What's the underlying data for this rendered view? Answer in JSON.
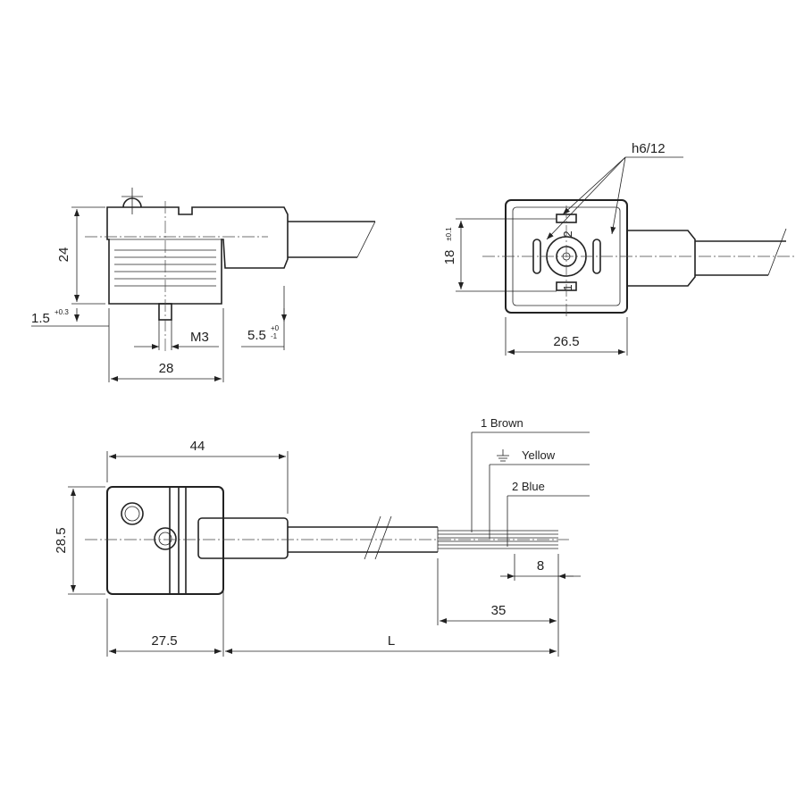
{
  "side_view": {
    "height_24": "24",
    "offset_1_5": "1.5",
    "offset_1_5_tol": "+0.3",
    "thread_m3": "M3",
    "depth_5_5": "5.5",
    "depth_5_5_tol_upper": "+0",
    "depth_5_5_tol_lower": "-1",
    "width_28": "28"
  },
  "front_view": {
    "cable_dia": "h6/12",
    "pin_spacing_18": "18",
    "pin_spacing_tol": "±0.1",
    "width_26_5": "26.5",
    "pin_label_2": "2",
    "pin_label_1": "1"
  },
  "top_view": {
    "length_44": "44",
    "height_28_5": "28.5",
    "length_27_5": "27.5",
    "length_L": "L",
    "strip_35": "35",
    "strip_8": "8",
    "wire_1": "1 Brown",
    "wire_ground": "Yellow",
    "wire_2": "2 Blue"
  }
}
